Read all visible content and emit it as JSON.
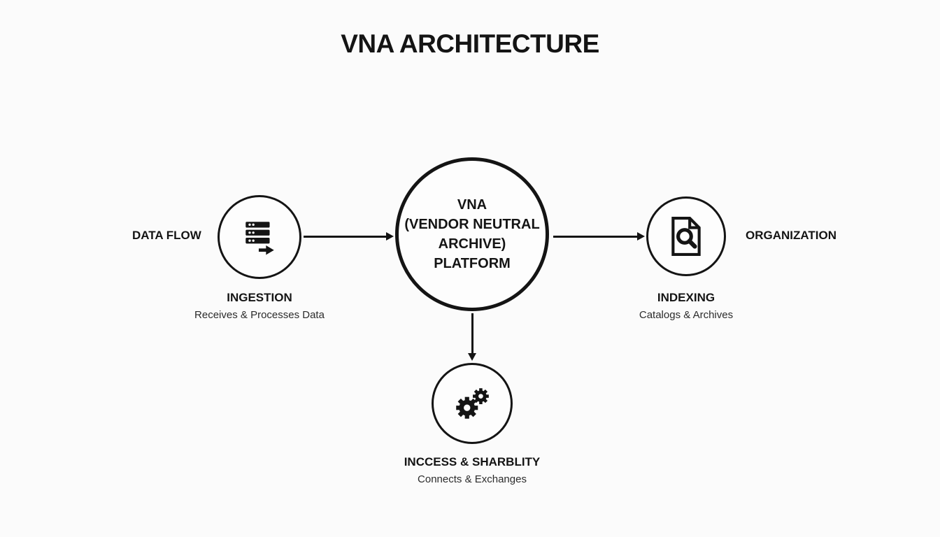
{
  "diagram": {
    "title": "VNA ARCHITECTURE",
    "side_labels": {
      "left": "DATA FLOW",
      "right": "ORGANIZATION"
    },
    "center_node": {
      "lines": [
        "VNA",
        "(VENDOR NEUTRAL",
        "ARCHIVE)",
        "PLATFORM"
      ]
    },
    "ingestion": {
      "title": "INGESTION",
      "subtitle": "Receives & Processes Data",
      "icon": "server-data-arrow-icon"
    },
    "indexing": {
      "title": "INDEXING",
      "subtitle": "Catalogs & Archives",
      "icon": "document-magnifier-icon"
    },
    "access": {
      "title": "INCCESS & SHARBLITY",
      "subtitle": "Connects & Exchanges",
      "icon": "gears-icon"
    },
    "colors": {
      "background": "#fbfbfb",
      "stroke": "#141414",
      "text": "#1a1a1a"
    }
  }
}
